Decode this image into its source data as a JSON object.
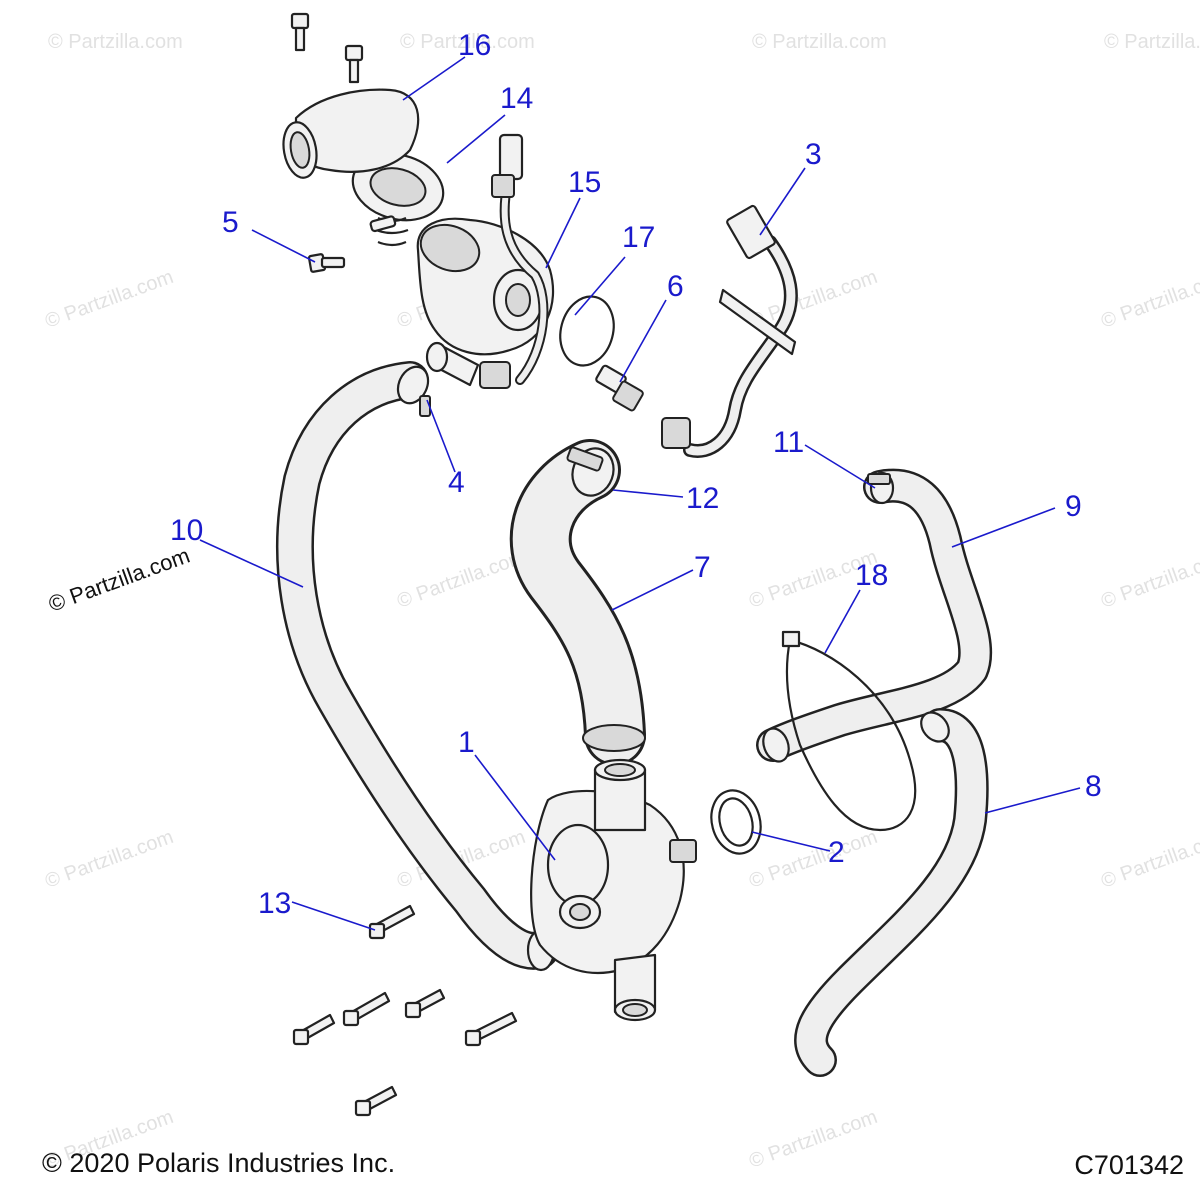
{
  "watermark": "© Partzilla.com",
  "footer": {
    "copyright": "© 2020 Polaris Industries Inc.",
    "figure_id": "C701342"
  },
  "callouts": [
    "1",
    "2",
    "3",
    "4",
    "5",
    "6",
    "7",
    "8",
    "9",
    "10",
    "11",
    "12",
    "13",
    "14",
    "15",
    "16",
    "17",
    "18"
  ],
  "colors": {
    "callout": "#1a1acc",
    "line": "#222222",
    "part_fill": "#f2f2f2"
  }
}
